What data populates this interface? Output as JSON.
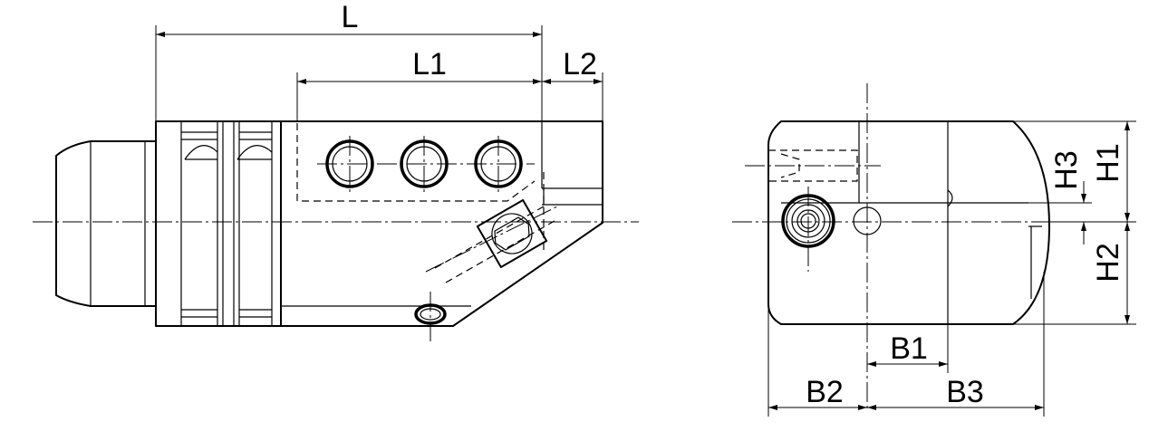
{
  "labels": {
    "L": "L",
    "L1": "L1",
    "L2": "L2",
    "H1": "H1",
    "H2": "H2",
    "H3": "H3",
    "B1": "B1",
    "B2": "B2",
    "B3": "B3"
  }
}
